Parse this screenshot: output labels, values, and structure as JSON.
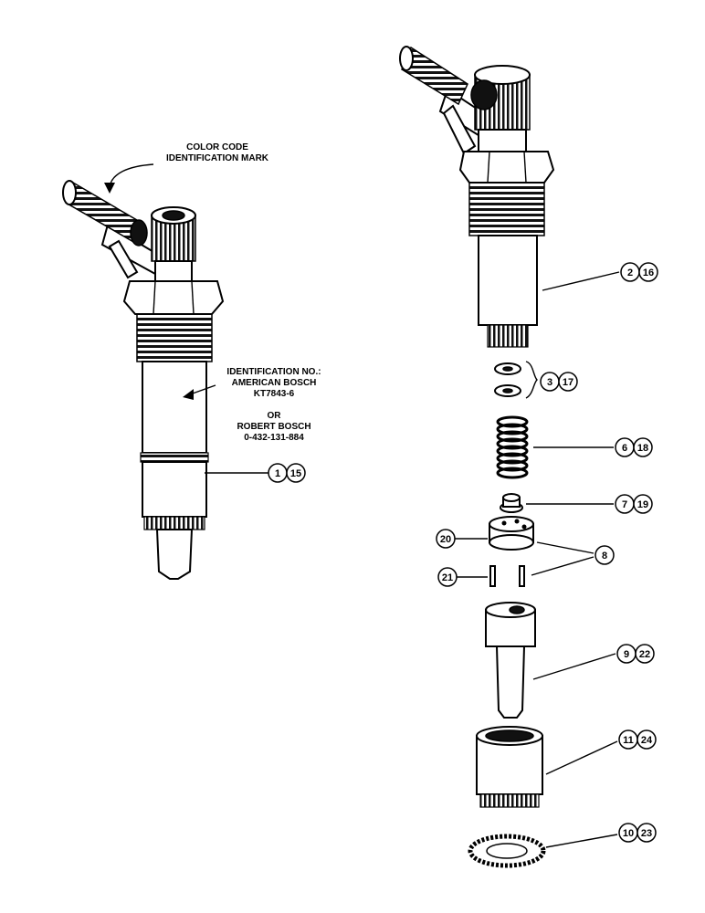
{
  "annotations": {
    "color_code_line1": "COLOR CODE",
    "color_code_line2": "IDENTIFICATION MARK",
    "id_no_line1": "IDENTIFICATION NO.:",
    "id_no_line2": "AMERICAN BOSCH",
    "id_no_line3": "KT7843-6",
    "id_no_line4": "OR",
    "id_no_line5": "ROBERT BOSCH",
    "id_no_line6": "0-432-131-884"
  },
  "callouts": {
    "c1": "1",
    "c15": "15",
    "c2": "2",
    "c16": "16",
    "c3": "3",
    "c17": "17",
    "c6": "6",
    "c18": "18",
    "c7": "7",
    "c19": "19",
    "c20": "20",
    "c8": "8",
    "c21": "21",
    "c9": "9",
    "c22": "22",
    "c11": "11",
    "c24": "24",
    "c10": "10",
    "c23": "23"
  }
}
